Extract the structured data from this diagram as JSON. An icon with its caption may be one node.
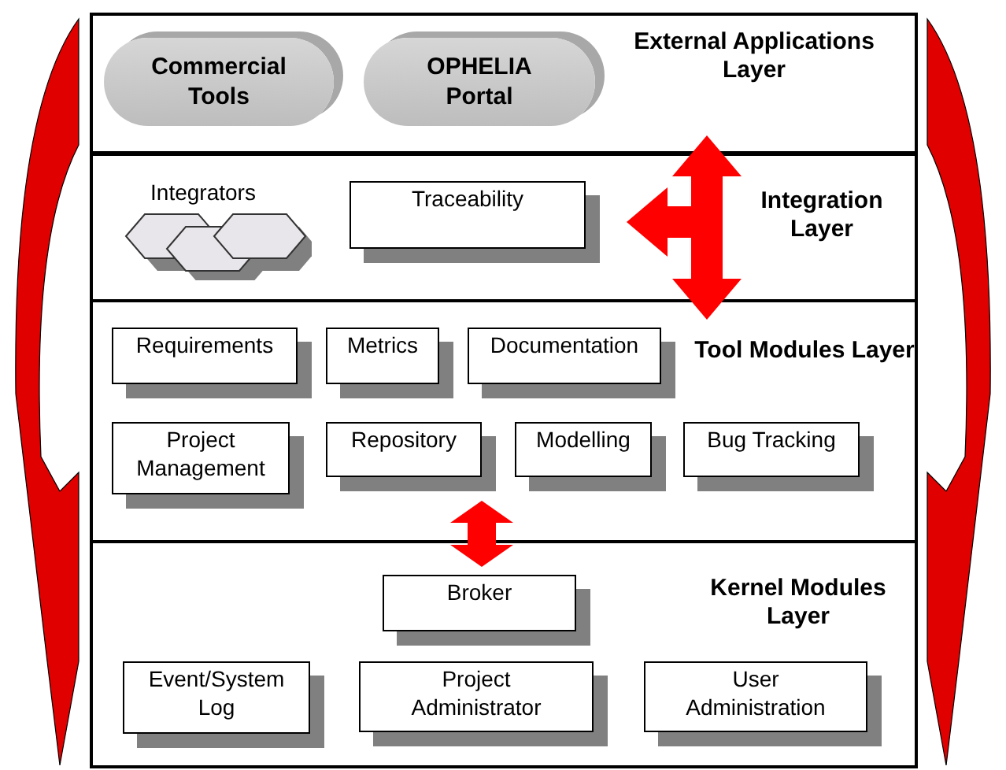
{
  "diagram": {
    "nodes": [
      {
        "text": [
          "External Applications Layer"
        ]
      },
      {
        "text": [
          "Commercial Tools"
        ],
        "in": 0
      },
      {
        "text": [
          "OPHELIA Portal"
        ],
        "in": 0
      },
      {
        "text": [
          "Integration Layer"
        ]
      },
      {
        "text": [
          "Integrators"
        ],
        "in": 3
      },
      {
        "text": [
          "Traceability"
        ],
        "in": 3
      },
      {
        "text": [
          "Tool Modules Layer"
        ]
      },
      {
        "text": [
          "Requirements"
        ],
        "in": 6
      },
      {
        "text": [
          "Metrics"
        ],
        "in": 6
      },
      {
        "text": [
          "Documentation"
        ],
        "in": 6
      },
      {
        "text": [
          "Project Management"
        ],
        "in": 6
      },
      {
        "text": [
          "Repository"
        ],
        "in": 6
      },
      {
        "text": [
          "Modelling"
        ],
        "in": 6
      },
      {
        "text": [
          "Bug Tracking"
        ],
        "in": 6
      },
      {
        "text": [
          "Kernel Modules Layer"
        ]
      },
      {
        "text": [
          "Broker"
        ],
        "in": 14
      },
      {
        "text": [
          "Event/System Log"
        ],
        "in": 14
      },
      {
        "text": [
          "Project Administrator"
        ],
        "in": 14
      },
      {
        "text": [
          "User Administration"
        ],
        "in": 14
      }
    ],
    "edges": [
      {
        "from": 0,
        "to": 6,
        "arrow": "both",
        "color": "#ff0000"
      },
      {
        "from": null,
        "to": 5,
        "arrow": "to",
        "color": "#ff0000"
      },
      {
        "from": 6,
        "to": 14,
        "arrow": "both",
        "color": "#ff0000"
      }
    ]
  }
}
